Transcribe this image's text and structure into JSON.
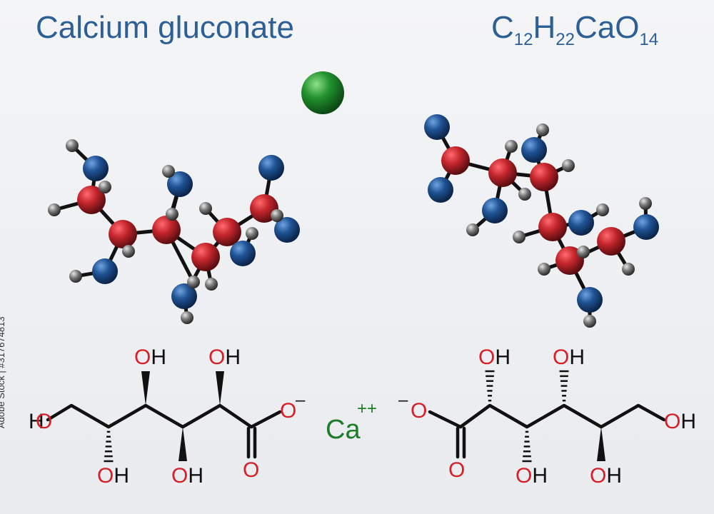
{
  "title": "Calcium gluconate",
  "formula": {
    "c": "C",
    "c_n": "12",
    "h": "H",
    "h_n": "22",
    "ca": "Ca",
    "o": "O",
    "o_n": "14"
  },
  "stock_id": "Adobe Stock | #317674813",
  "labels": {
    "oh": "OH",
    "ho": "HO",
    "o": "O",
    "o_minus_left": "O",
    "minus": "–",
    "ca": "Ca",
    "ca_charge": "++"
  },
  "colors": {
    "title": "#2d5f97",
    "oxygen_text": "#d5202a",
    "calcium_text": "#1e7c2a",
    "bond": "#111111",
    "carbon_atom": "#b02025",
    "oxygen_atom": "#1d4f8c",
    "hydrogen_atom": "#6a6a6a",
    "calcium_atom": "#1f8a2c"
  }
}
